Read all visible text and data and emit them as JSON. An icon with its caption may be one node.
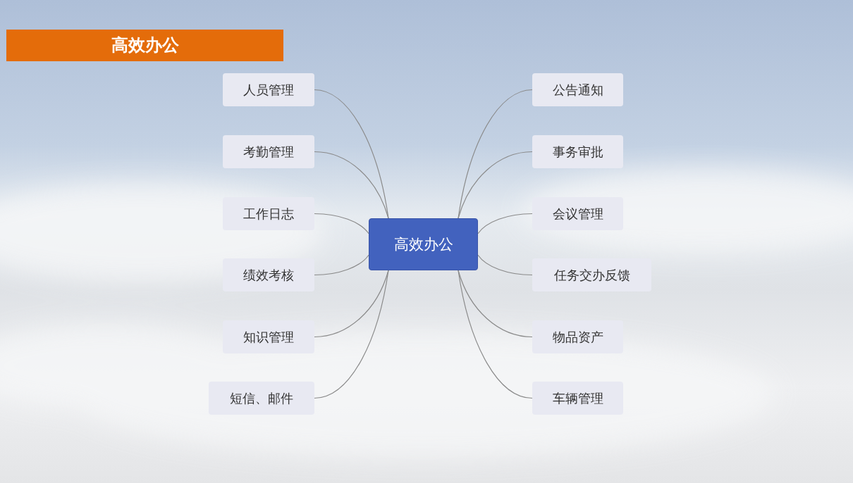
{
  "diagram": {
    "title": "高效办公",
    "nodes": [
      {
        "text": [
          "高效办公"
        ]
      },
      {
        "text": [
          "人员管理"
        ]
      },
      {
        "text": [
          "考勤管理"
        ]
      },
      {
        "text": [
          "工作日志"
        ]
      },
      {
        "text": [
          "绩效考核"
        ]
      },
      {
        "text": [
          "知识管理"
        ]
      },
      {
        "text": [
          "短信、邮件"
        ]
      },
      {
        "text": [
          "公告通知"
        ]
      },
      {
        "text": [
          "事务审批"
        ]
      },
      {
        "text": [
          "会议管理"
        ]
      },
      {
        "text": [
          "任务交办反馈"
        ]
      },
      {
        "text": [
          "物品资产"
        ]
      },
      {
        "text": [
          "车辆管理"
        ]
      }
    ],
    "edges": [
      {
        "from": 0,
        "to": 1,
        "arrow": "none"
      },
      {
        "from": 0,
        "to": 2,
        "arrow": "none"
      },
      {
        "from": 0,
        "to": 3,
        "arrow": "none"
      },
      {
        "from": 0,
        "to": 4,
        "arrow": "none"
      },
      {
        "from": 0,
        "to": 5,
        "arrow": "none"
      },
      {
        "from": 0,
        "to": 6,
        "arrow": "none"
      },
      {
        "from": 0,
        "to": 7,
        "arrow": "none"
      },
      {
        "from": 0,
        "to": 8,
        "arrow": "none"
      },
      {
        "from": 0,
        "to": 9,
        "arrow": "none"
      },
      {
        "from": 0,
        "to": 10,
        "arrow": "none"
      },
      {
        "from": 0,
        "to": 11,
        "arrow": "none"
      },
      {
        "from": 0,
        "to": 12,
        "arrow": "none"
      }
    ]
  }
}
